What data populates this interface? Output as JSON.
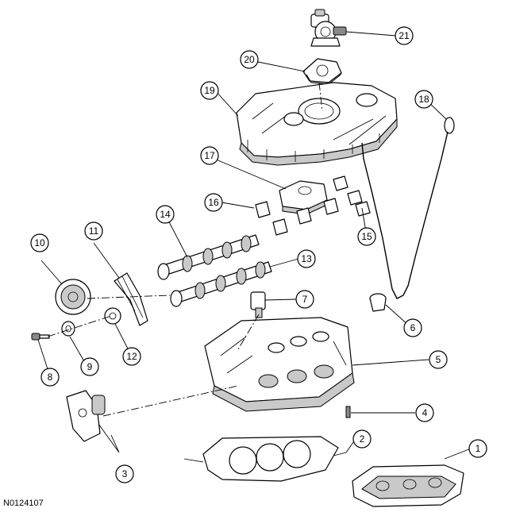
{
  "figure": {
    "reference_code": "N0124107"
  },
  "callouts": [
    {
      "id": "callout-1",
      "label": "1"
    },
    {
      "id": "callout-2",
      "label": "2"
    },
    {
      "id": "callout-3",
      "label": "3"
    },
    {
      "id": "callout-4",
      "label": "4"
    },
    {
      "id": "callout-5",
      "label": "5"
    },
    {
      "id": "callout-6",
      "label": "6"
    },
    {
      "id": "callout-7",
      "label": "7"
    },
    {
      "id": "callout-8",
      "label": "8"
    },
    {
      "id": "callout-9",
      "label": "9"
    },
    {
      "id": "callout-10",
      "label": "10"
    },
    {
      "id": "callout-11",
      "label": "11"
    },
    {
      "id": "callout-12",
      "label": "12"
    },
    {
      "id": "callout-13",
      "label": "13"
    },
    {
      "id": "callout-14",
      "label": "14"
    },
    {
      "id": "callout-15",
      "label": "15"
    },
    {
      "id": "callout-16",
      "label": "16"
    },
    {
      "id": "callout-17",
      "label": "17"
    },
    {
      "id": "callout-18",
      "label": "18"
    },
    {
      "id": "callout-19",
      "label": "19"
    },
    {
      "id": "callout-20",
      "label": "20"
    },
    {
      "id": "callout-21",
      "label": "21"
    }
  ]
}
